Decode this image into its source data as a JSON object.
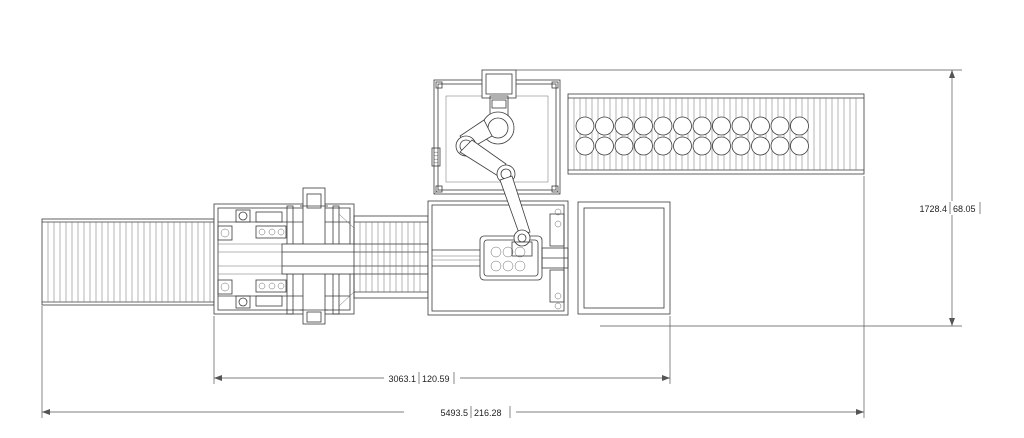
{
  "dimensions": {
    "height_mm": "1728.4",
    "height_in": "68.05",
    "mid_width_mm": "3063.1",
    "mid_width_in": "120.59",
    "total_width_mm": "5493.5",
    "total_width_in": "216.28"
  }
}
